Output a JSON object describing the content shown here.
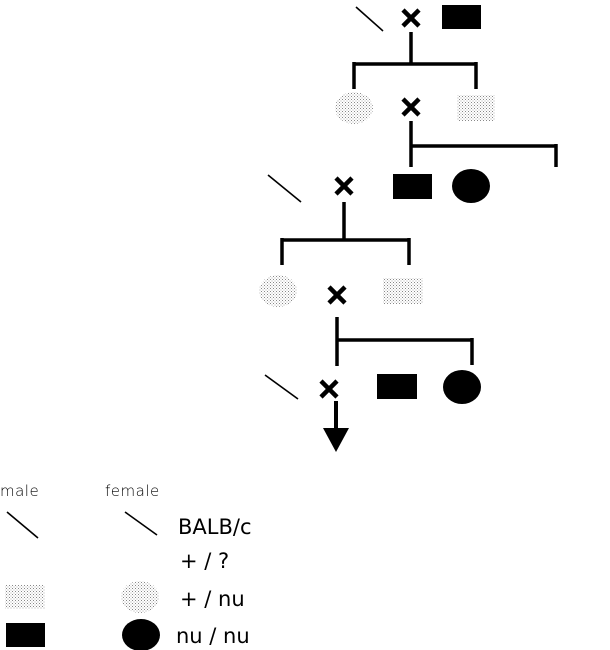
{
  "legend": {
    "header_male": "male",
    "header_female": "female",
    "rows": [
      {
        "symbol": "slash",
        "label": "BALB/c"
      },
      {
        "symbol": "none",
        "label": "+ / ?"
      },
      {
        "symbol": "dotted",
        "label": "+ / nu"
      },
      {
        "symbol": "solid",
        "label": "nu / nu"
      }
    ]
  },
  "colors": {
    "ink": "#000000",
    "stipple": "#9a9a9a",
    "background": "#ffffff"
  }
}
